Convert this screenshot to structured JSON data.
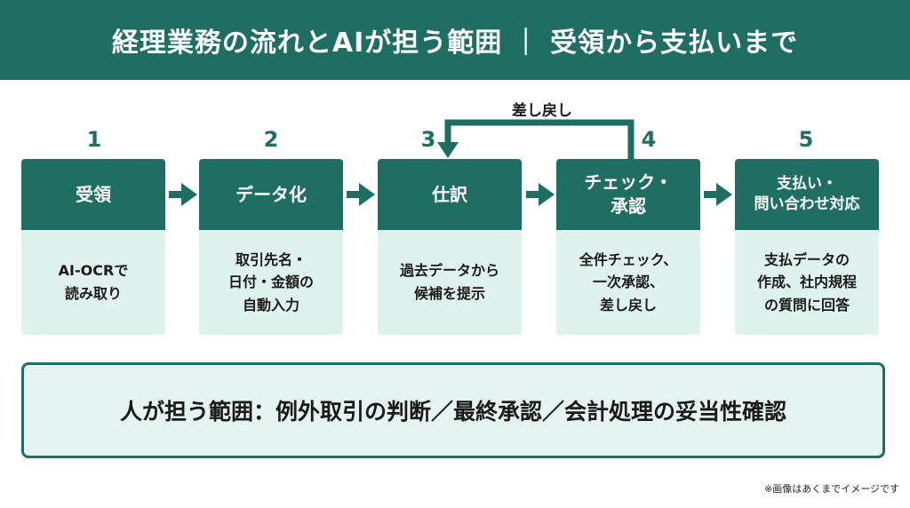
{
  "header": {
    "title": "経理業務の流れとAIが担う範囲 ｜ 受領から支払いまで"
  },
  "steps": [
    {
      "number": "1",
      "title": "受領",
      "description": "AI-OCRで\n読み取り"
    },
    {
      "number": "2",
      "title": "データ化",
      "description": "取引先名・\n日付・金額の\n自動入力"
    },
    {
      "number": "3",
      "title": "仕訳",
      "description": "過去データから\n候補を提示"
    },
    {
      "number": "4",
      "title": "チェック・\n承認",
      "description": "全件チェック、\n一次承認、\n差し戻し"
    },
    {
      "number": "5",
      "title": "支払い・\n問い合わせ対応",
      "description": "支払データの\n作成、社内規程\nの質問に回答"
    }
  ],
  "loop": {
    "label": "差し戻し"
  },
  "human": {
    "text": "人が担う範囲：例外取引の判断／最終承認／会計処理の妥当性確認"
  },
  "note": "※画像はあくまでイメージです",
  "colors": {
    "primary": "#1f6e64",
    "light": "#dff2ee",
    "box_bg": "#e6f4f1"
  },
  "icons": {
    "arrow": "right-arrow-icon",
    "loop": "return-arrow-icon"
  }
}
